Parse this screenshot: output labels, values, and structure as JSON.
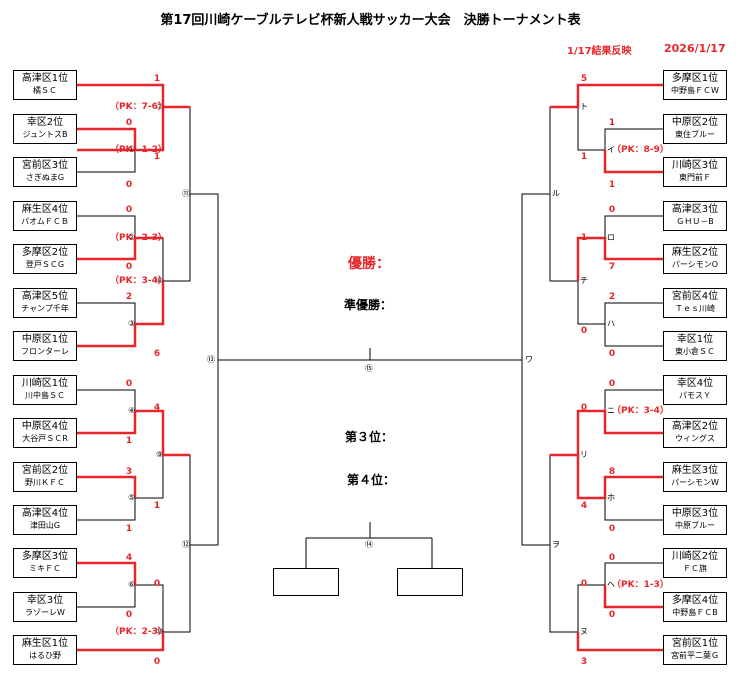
{
  "title": "第17回川崎ケーブルテレビ杯新人戦サッカー大会　決勝トーナメント表",
  "update_note": "1/17結果反映",
  "date": "2026/1/17",
  "ranks": {
    "champion": "優勝：",
    "runner_up": "準優勝：",
    "third": "第３位：",
    "fourth": "第４位："
  },
  "left_teams": [
    {
      "name": "高津区1位",
      "club": "橘ＳＣ"
    },
    {
      "name": "幸区2位",
      "club": "ジュントスB"
    },
    {
      "name": "宮前区3位",
      "club": "さぎぬまG"
    },
    {
      "name": "麻生区4位",
      "club": "パオムＦＣＢ"
    },
    {
      "name": "多摩区2位",
      "club": "登戸ＳＣG"
    },
    {
      "name": "高津区5位",
      "club": "チャンプ千年"
    },
    {
      "name": "中原区1位",
      "club": "フロンターレ"
    },
    {
      "name": "川崎区1位",
      "club": "川中島ＳＣ"
    },
    {
      "name": "中原区4位",
      "club": "大谷戸ＳＣR"
    },
    {
      "name": "宮前区2位",
      "club": "野川ＫＦＣ"
    },
    {
      "name": "高津区4位",
      "club": "津田山G"
    },
    {
      "name": "多摩区3位",
      "club": "ミキＦＣ"
    },
    {
      "name": "幸区3位",
      "club": "ラゾーレW"
    },
    {
      "name": "麻生区1位",
      "club": "はるひ野"
    }
  ],
  "right_teams": [
    {
      "name": "多摩区1位",
      "club": "中野島ＦＣW"
    },
    {
      "name": "中原区2位",
      "club": "東住ブルー"
    },
    {
      "name": "川崎区3位",
      "club": "東門前Ｆ"
    },
    {
      "name": "高津区3位",
      "club": "ＧＨＵ－B"
    },
    {
      "name": "麻生区2位",
      "club": "パーシモンO"
    },
    {
      "name": "宮前区4位",
      "club": "Ｔｅｓ川崎"
    },
    {
      "name": "幸区1位",
      "club": "東小倉ＳＣ"
    },
    {
      "name": "幸区4位",
      "club": "パモスＹ"
    },
    {
      "name": "高津区2位",
      "club": "ウィングス"
    },
    {
      "name": "麻生区3位",
      "club": "パーシモンW"
    },
    {
      "name": "中原区3位",
      "club": "中原ブルー"
    },
    {
      "name": "川崎区2位",
      "club": "ＦＣ旗"
    },
    {
      "name": "多摩区4位",
      "club": "中野島ＦＣB"
    },
    {
      "name": "宮前区1位",
      "club": "宮前平二葉Ｇ"
    }
  ],
  "left_scores": [
    "1",
    "0",
    "1",
    "0",
    "0",
    "0",
    "2",
    "6",
    "0",
    "1",
    "4",
    "3",
    "1",
    "1",
    "4",
    "0",
    "0",
    "0",
    "0",
    "0"
  ],
  "right_scores": [
    "5",
    "1",
    "1",
    "1",
    "0",
    "1",
    "7",
    "2",
    "0",
    "0",
    "0",
    "0",
    "8",
    "4",
    "0",
    "0",
    "0",
    "0",
    "0",
    "3"
  ],
  "match_labels": {
    "l1": "⑦",
    "l2": "①",
    "l3": "②",
    "l4": "⑧",
    "l5": "③",
    "l6": "④",
    "l7": "⑨",
    "l8": "⑤",
    "l9": "⑥",
    "l10": "⑩",
    "l11": "⑪",
    "l12": "⑫",
    "l13": "⑬",
    "final": "⑮",
    "third": "⑭",
    "r1": "ト",
    "r2": "イ",
    "r3": "ロ",
    "r4": "チ",
    "r5": "ハ",
    "r6": "ニ",
    "r7": "リ",
    "r8": "ホ",
    "r9": "ヘ",
    "r10": "ヌ",
    "r11": "ル",
    "r12": "ヲ",
    "r13": "ワ"
  },
  "pk_notes": {
    "l1": "（PK：7-6）",
    "l2": "（PK：1-2）",
    "l3": "（PK：2-3）",
    "l4": "（PK：3-4）",
    "l5": "（PK：2-3）",
    "r2": "（PK：8-9）",
    "r6": "（PK：3-4）",
    "r9": "（PK：1-3）"
  },
  "colors": {
    "winner_line": "#e8262a",
    "line": "#000000",
    "score": "#e8262a"
  }
}
